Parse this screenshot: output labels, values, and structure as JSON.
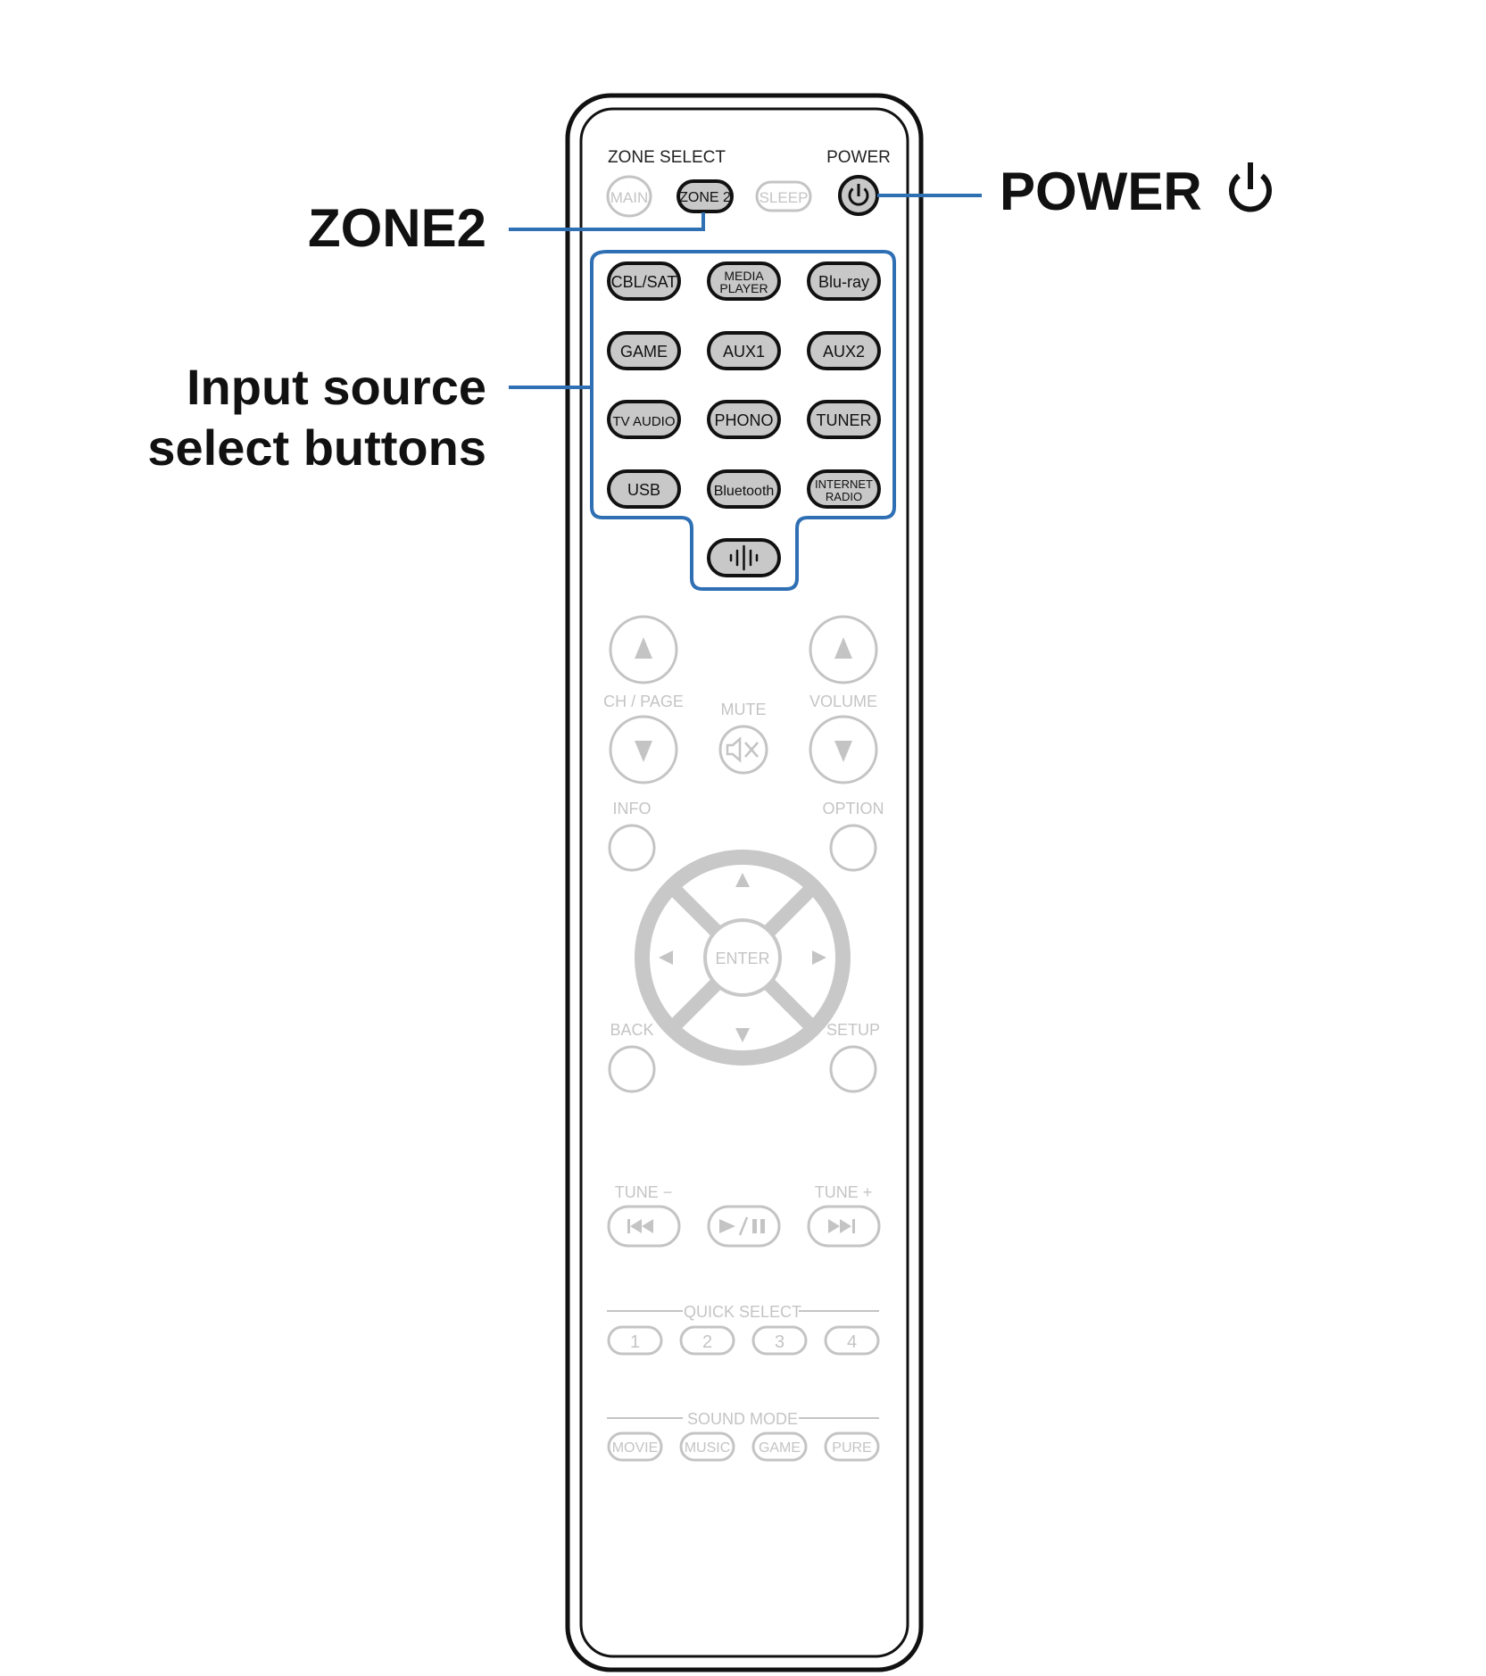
{
  "callouts": {
    "zone2": "ZONE2",
    "input_line1": "Input source",
    "input_line2": "select buttons",
    "power": "POWER"
  },
  "remote": {
    "zone_select_label": "ZONE SELECT",
    "power_label": "POWER",
    "zone_buttons": [
      "MAIN",
      "ZONE 2",
      "SLEEP"
    ],
    "input_row1": [
      "CBL/SAT",
      "MEDIA",
      "PLAYER",
      "Blu-ray"
    ],
    "input_row2": [
      "GAME",
      "AUX1",
      "AUX2"
    ],
    "input_row3": [
      "TV AUDIO",
      "PHONO",
      "TUNER"
    ],
    "input_row4": [
      "USB",
      "Bluetooth",
      "INTERNET",
      "RADIO"
    ],
    "ch_page": "CH / PAGE",
    "mute": "MUTE",
    "volume": "VOLUME",
    "info": "INFO",
    "option": "OPTION",
    "enter": "ENTER",
    "back": "BACK",
    "setup": "SETUP",
    "tune_minus": "TUNE −",
    "tune_plus": "TUNE +",
    "quick_select": "QUICK SELECT",
    "quick_buttons": [
      "1",
      "2",
      "3",
      "4"
    ],
    "sound_mode": "SOUND MODE",
    "sound_buttons": [
      "MOVIE",
      "MUSIC",
      "GAME",
      "PURE"
    ]
  },
  "colors": {
    "highlight": "#2f6fb4",
    "active_button": "#c8c8c8",
    "inactive": "#c4c4c4",
    "outline": "#111111"
  }
}
